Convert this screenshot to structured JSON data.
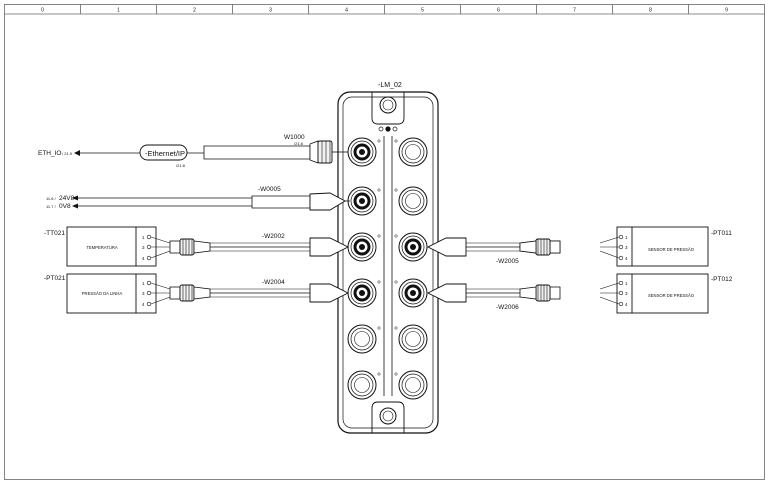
{
  "columns": [
    "0",
    "1",
    "2",
    "3",
    "4",
    "5",
    "6",
    "7",
    "8",
    "9"
  ],
  "module": {
    "tag": "-LM_02"
  },
  "ethernet": {
    "signal": "ETH_IO",
    "signal_ref": "/ 21.9",
    "protocol": "-Ethernet/IP",
    "protocol_ref": "/21.8",
    "cable": "W1000",
    "cable_ref": "/21.8"
  },
  "power": {
    "cable": "-W0005",
    "line1_ref": "11.6 /",
    "line1_label": "24V8",
    "line2_ref": "11.7 /",
    "line2_label": "0V8"
  },
  "devices_left": [
    {
      "tag": "-TT021",
      "name": "TEMPERATURA",
      "cable": "-W2002",
      "pins": [
        "1",
        "3",
        "4"
      ]
    },
    {
      "tag": "-PT021",
      "name": "PRESSÃO DA LINHA",
      "cable": "-W2004",
      "pins": [
        "1",
        "3",
        "4"
      ]
    }
  ],
  "devices_right": [
    {
      "tag": "-PT011",
      "name": "SENSOR DE PRESSÃO",
      "cable": "-W2005",
      "pins": [
        "1",
        "3",
        "4"
      ]
    },
    {
      "tag": "-PT012",
      "name": "SENSOR DE PRESSÃO",
      "cable": "-W2006",
      "pins": [
        "1",
        "3",
        "4"
      ]
    }
  ],
  "colors": {
    "line": "#111111",
    "connector_fill": "#eeeeee",
    "frame": "#555555"
  }
}
